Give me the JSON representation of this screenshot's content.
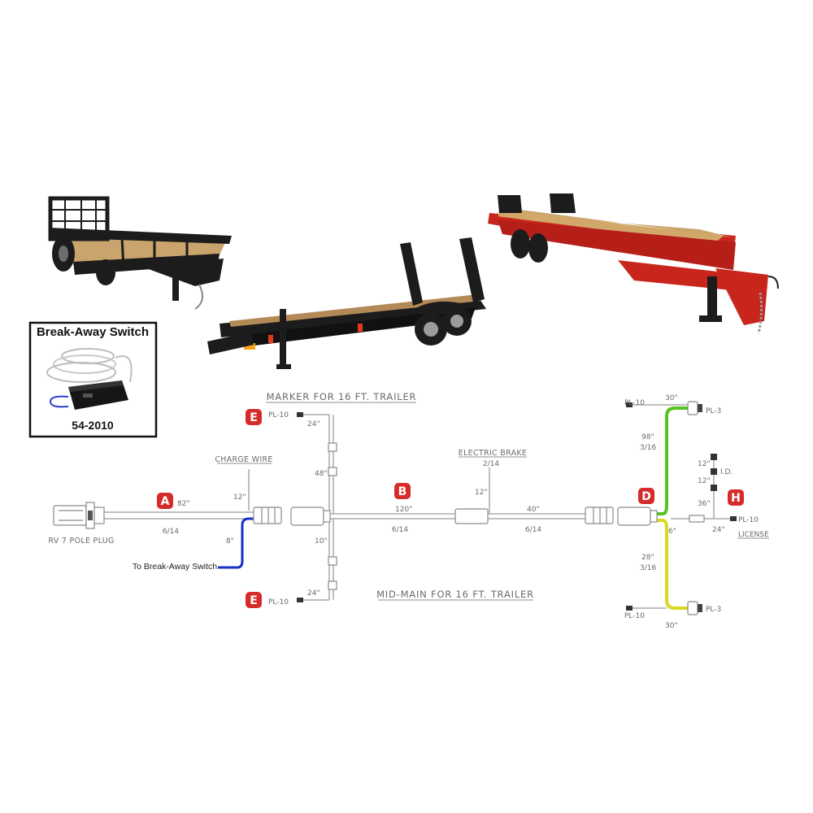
{
  "breakaway": {
    "title": "Break-Away Switch",
    "part_number": "54-2010"
  },
  "badges": {
    "a": "A",
    "b": "B",
    "d": "D",
    "e_top": "E",
    "e_bottom": "E",
    "h": "H"
  },
  "labels": {
    "marker_title": "MARKER FOR 16 FT. TRAILER",
    "midmain_title": "MID-MAIN FOR 16 FT. TRAILER",
    "charge_wire": "CHARGE WIRE",
    "electric_brake": "ELECTRIC BRAKE",
    "electric_brake_gauge": "2/14",
    "rv_plug": "RV 7 POLE PLUG",
    "to_breakaway": "To Break-Away Switch",
    "a_len": "82\"",
    "a_gauge": "6/14",
    "charge_len": "12\"",
    "breakaway_len": "8\"",
    "e_top_pl": "PL-10",
    "e_top_len": "24\"",
    "marker_main_len": "48\"",
    "mid_len": "10\"",
    "e_bottom_pl": "PL-10",
    "e_bottom_len": "24\"",
    "b_len": "120\"",
    "b_gauge": "6/14",
    "brake_len": "12\"",
    "b2_len": "40\"",
    "b2_gauge": "6/14",
    "d_top_pl10": "PL-10",
    "d_top_30": "30\"",
    "d_top_pl3": "PL-3",
    "d_98": "98\"",
    "d_98_gauge": "3/16",
    "d_28": "28\"",
    "d_28_gauge": "3/16",
    "d_6": "6\"",
    "d_bot_pl10": "PL-10",
    "d_bot_pl3": "PL-3",
    "d_bot_30": "30\"",
    "h_12a": "12\"",
    "h_id": "I.D.",
    "h_12b": "12\"",
    "h_36": "36\"",
    "h_24": "24\"",
    "h_pl10": "PL-10",
    "h_license": "LICENSE"
  },
  "colors": {
    "badge_red": "#d62b2b",
    "wire_grey": "#9a9a9a",
    "breakaway_wire": "#1531c9",
    "d_top_wire": "#55c41e",
    "d_bottom_wire": "#d9d925",
    "trailer_black": "#1c1c1c",
    "trailer_red": "#c8251d",
    "deck_wood": "#c9a46c"
  }
}
